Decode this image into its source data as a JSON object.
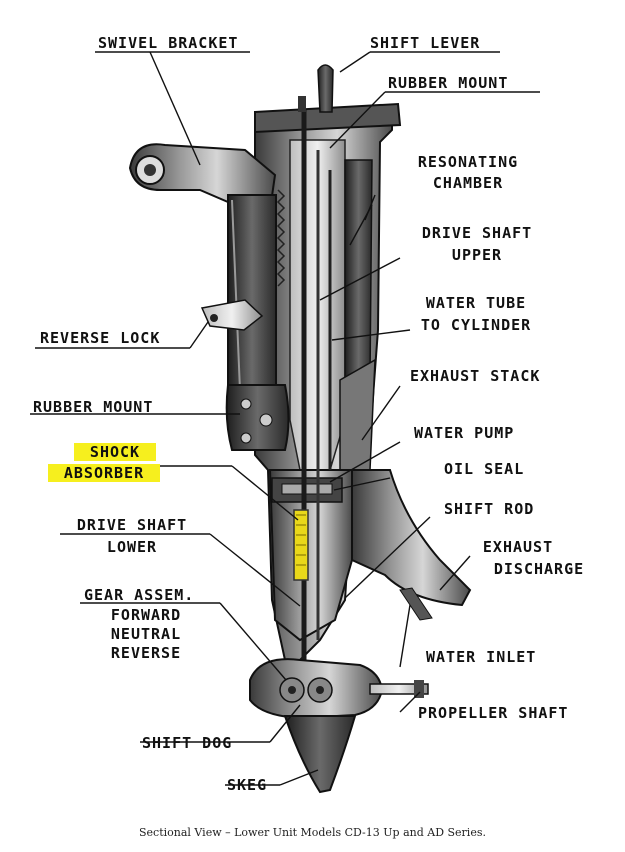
{
  "labels": {
    "swivel_bracket": "SWIVEL BRACKET",
    "shift_lever": "SHIFT LEVER",
    "rubber_mount_top": "RUBBER MOUNT",
    "resonating_chamber_1": "RESONATING",
    "resonating_chamber_2": "CHAMBER",
    "drive_shaft_upper_1": "DRIVE SHAFT",
    "drive_shaft_upper_2": "UPPER",
    "water_tube_1": "WATER TUBE",
    "water_tube_2": "TO CYLINDER",
    "reverse_lock": "REVERSE LOCK",
    "exhaust_stack": "EXHAUST STACK",
    "rubber_mount_lower": "RUBBER MOUNT",
    "water_pump": "WATER PUMP",
    "shock_absorber_1": "SHOCK",
    "shock_absorber_2": "ABSORBER",
    "oil_seal": "OIL SEAL",
    "shift_rod": "SHIFT ROD",
    "drive_shaft_lower_1": "DRIVE SHAFT",
    "drive_shaft_lower_2": "LOWER",
    "exhaust_discharge_1": "EXHAUST",
    "exhaust_discharge_2": "DISCHARGE",
    "gear_assem_1": "GEAR ASSEM.",
    "gear_assem_2": "FORWARD",
    "gear_assem_3": "NEUTRAL",
    "gear_assem_4": "REVERSE",
    "water_inlet": "WATER INLET",
    "propeller_shaft": "PROPELLER SHAFT",
    "shift_dog": "SHIFT DOG",
    "skeg": "SKEG"
  },
  "caption": "Sectional View – Lower Unit Models CD-13 Up and AD Series.",
  "colors": {
    "highlight": "#f6ef1e",
    "ink": "#111111"
  }
}
